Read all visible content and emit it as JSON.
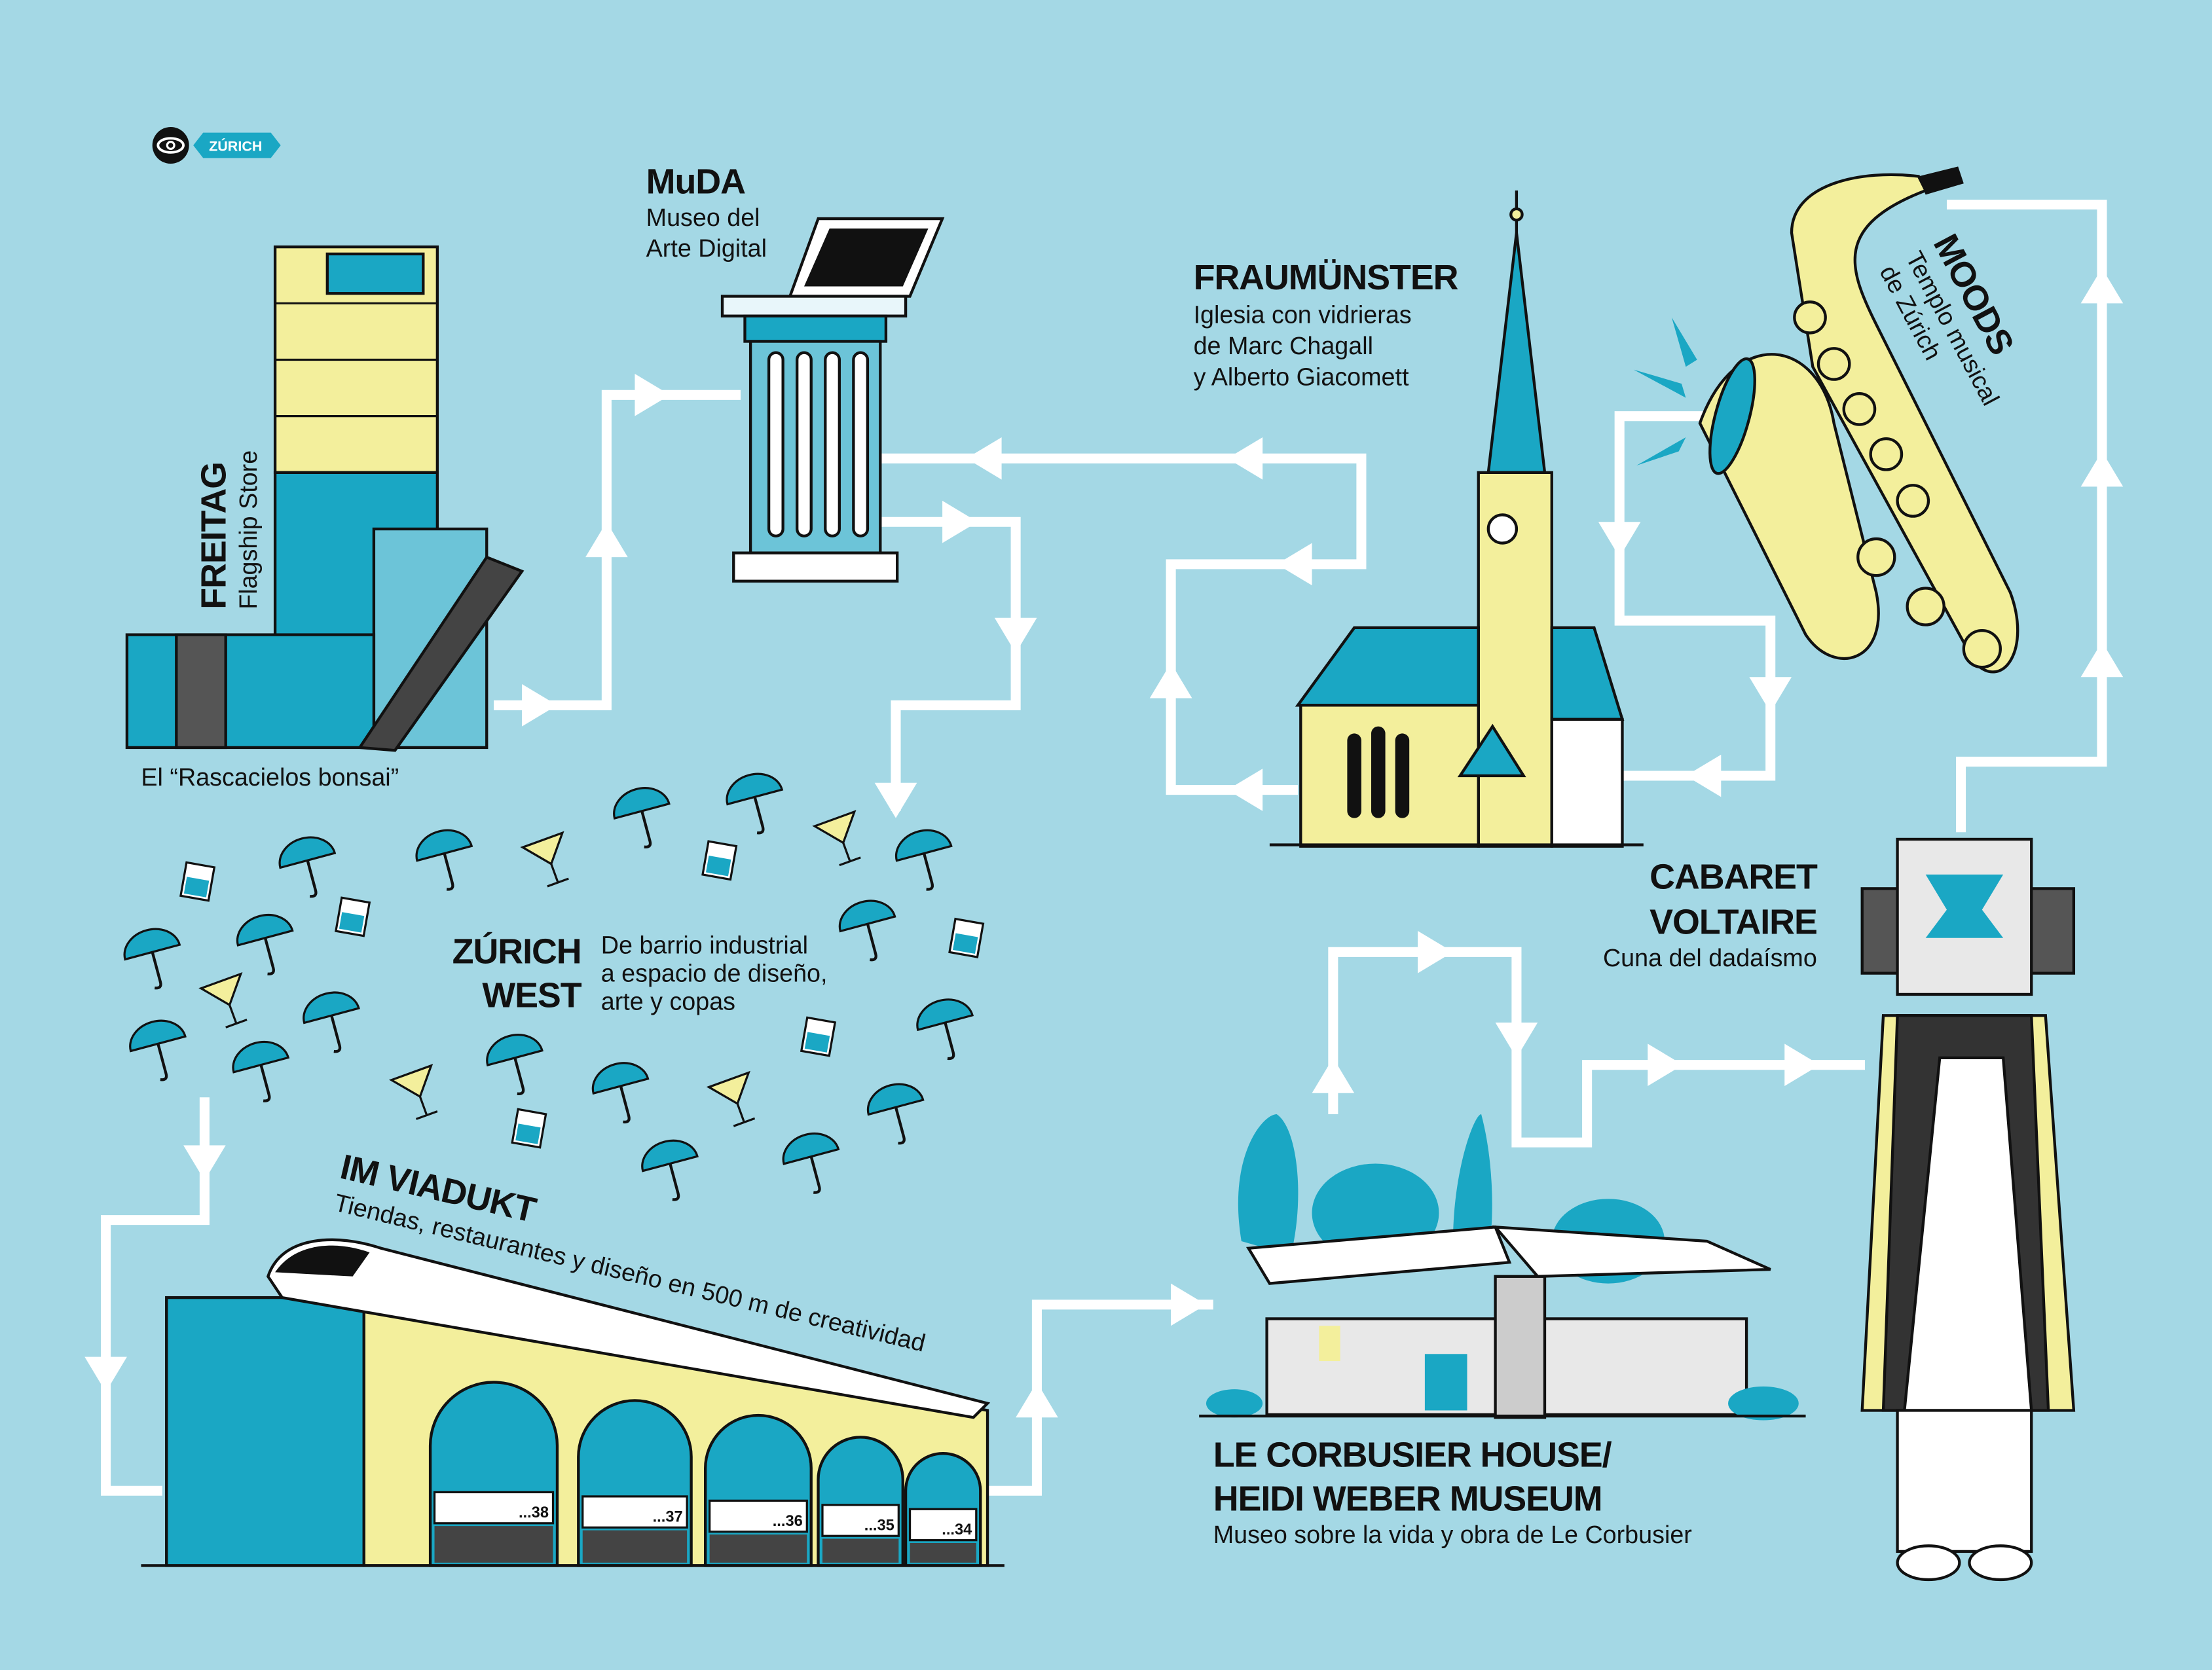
{
  "badge": {
    "icon": "eye-icon",
    "label": "ZÚRICH"
  },
  "colors": {
    "background": "#a4d8e5",
    "teal": "#1aa7c4",
    "yellow": "#f3ef9c",
    "path": "#ffffff",
    "ink": "#111111"
  },
  "places": {
    "freitag": {
      "title": "FREITAG",
      "subtitle": "Flagship Store",
      "caption": "El “Rascacielos bonsai”"
    },
    "muda": {
      "title": "MuDA",
      "line1": "Museo del",
      "line2": "Arte Digital"
    },
    "fraumunster": {
      "title": "FRAUMÜNSTER",
      "line1": "Iglesia con vidrieras",
      "line2": "de Marc Chagall",
      "line3": "y Alberto Giacomett"
    },
    "moods": {
      "title": "MOODS",
      "line1": "Templo musical",
      "line2": "de Zúrich"
    },
    "zurich_west": {
      "title1": "ZÚRICH",
      "title2": "WEST",
      "line1": "De barrio industrial",
      "line2": "a espacio de diseño,",
      "line3": "arte y copas"
    },
    "cabaret": {
      "title1": "CABARET",
      "title2": "VOLTAIRE",
      "line1": "Cuna del dadaísmo"
    },
    "viadukt": {
      "title": "IM VIADUKT",
      "subtitle": "Tiendas, restaurantes y diseño en 500 m de creatividad",
      "arch_numbers": [
        "...38",
        "...37",
        "...36",
        "...35",
        "...34"
      ]
    },
    "corbusier": {
      "title1": "LE CORBUSIER HOUSE/",
      "title2": "HEIDI WEBER MUSEUM",
      "line1": "Museo sobre la vida y obra de Le Corbusier"
    }
  }
}
